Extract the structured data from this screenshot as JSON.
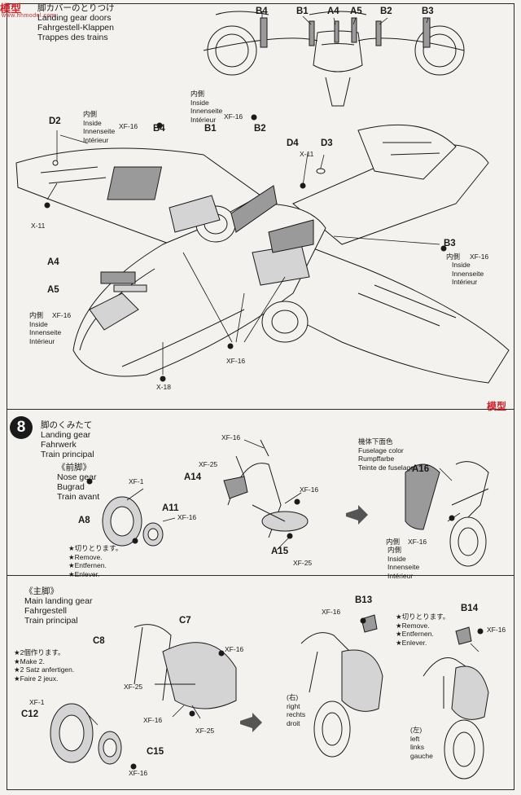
{
  "watermark": {
    "text": "模型",
    "url": "www.hhmodel.com",
    "side": "模型"
  },
  "top": {
    "header_lines": "脚カバーのとりつけ\nLanding gear doors\nFahrgestell-Klappen\nTrappes des trains",
    "row_labels": [
      "B4",
      "B1",
      "A4",
      "A5",
      "B2",
      "B3"
    ],
    "parts": {
      "D2": "D2",
      "B4": "B4",
      "B1": "B1",
      "B2": "B2",
      "D4": "D4",
      "D3": "D3",
      "B3": "B3",
      "A4": "A4",
      "A5": "A5"
    },
    "inside_a": "内側\nInside\nInnenseite\nIntérieur",
    "inside_b": "内側\nInside\nInnenseite\nIntérieur",
    "inside_c": "Inside\nInnenseite\nIntérieur",
    "inside_d": "内側\nInside\nInnenseite\nIntérieur",
    "inside_d_jp": "内側",
    "paint": {
      "xf16_a": "XF-16",
      "xf16_b": "XF-16",
      "xf16_c": "XF-16",
      "xf16_d": "XF-16",
      "xf16_e": "XF-16",
      "x11_a": "X-11",
      "x11_b": "X-11",
      "x18": "X-18"
    }
  },
  "step8": {
    "number": "8",
    "header_lines": "脚のくみたて\nLanding gear\nFahrwerk\nTrain principal",
    "nose_lines": "《前脚》\nNose gear\nBugrad\nTrain avant",
    "parts": {
      "A8": "A8",
      "A11": "A11",
      "A14": "A14",
      "A15": "A15",
      "A16": "A16"
    },
    "paint": {
      "xf1": "XF-1",
      "xf16_a": "XF-16",
      "xf16_b": "XF-16",
      "xf25_a": "XF-25",
      "xf16_c": "XF-16",
      "xf25_b": "XF-25",
      "xf16_d": "XF-16"
    },
    "remove_lines": "★切りとります。\n★Remove.\n★Entfernen.\n★Enlever.",
    "fuselage_lines": "機体下面色\nFuselage color\nRumpffarbe\nTeinte de fuselage",
    "inside_lines": "内側\nInside\nInnenseite\nIntérieur",
    "inside_jp": "内側"
  },
  "main": {
    "header_lines": "《主脚》\nMain landing gear\nFahrgestell\nTrain principal",
    "make2_lines": "★2個作ります。\n★Make 2.\n★2 Satz anfertigen.\n★Faire 2 jeux.",
    "parts": {
      "C7": "C7",
      "C8": "C8",
      "C12": "C12",
      "C15": "C15",
      "B13": "B13",
      "B14": "B14"
    },
    "paint": {
      "xf16_a": "XF-16",
      "xf25_a": "XF-25",
      "xf1": "XF-1",
      "xf16_b": "XF-16",
      "xf25_b": "XF-25",
      "xf16_c": "XF-16",
      "xf16_d": "XF-16",
      "xf16_e": "XF-16"
    },
    "remove_lines": "★切りとります。\n★Remove.\n★Entfernen.\n★Enlever.",
    "right_lines": "(右)\nright\nrechts\ndroit",
    "left_lines": "(左)\nleft\nlinks\ngauche"
  },
  "colors": {
    "ink": "#1a1a1a",
    "paper": "#f4f2ef",
    "part_grey": "#9a9a9a",
    "watermark": "#c6262e"
  }
}
